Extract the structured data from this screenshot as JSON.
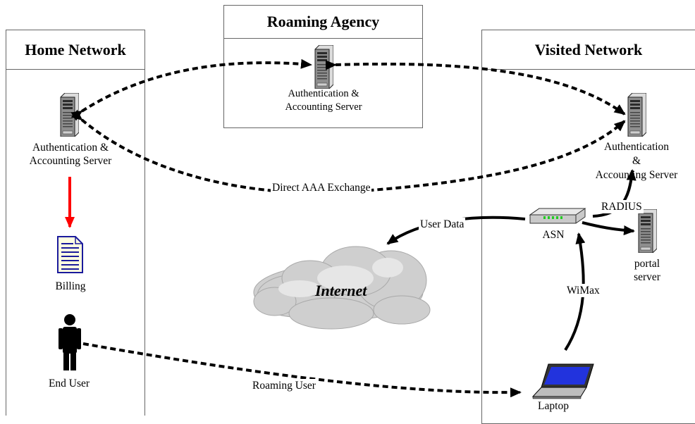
{
  "panels": {
    "home": "Home Network",
    "roaming": "Roaming Agency",
    "visited": "Visited Network"
  },
  "labels": {
    "home_server_1": "Authentication &",
    "home_server_2": "Accounting Server",
    "roam_server_1": "Authentication &",
    "roam_server_2": "Accounting Server",
    "visit_server_1": "Authentication",
    "visit_server_2": "&",
    "visit_server_3": "Accounting Server",
    "billing": "Billing",
    "end_user": "End User",
    "internet": "Internet",
    "asn": "ASN",
    "portal_1": "portal",
    "portal_2": "server",
    "laptop": "Laptop",
    "direct_aaa": "Direct AAA Exchange",
    "user_data": "User Data",
    "radius": "RADIUS",
    "wimax": "WiMax",
    "roaming_user": "Roaming User"
  },
  "colors": {
    "billing_arrow": "#ff0000",
    "billing_doc": "#1a1a9c",
    "laptop_screen": "#2233dd"
  }
}
